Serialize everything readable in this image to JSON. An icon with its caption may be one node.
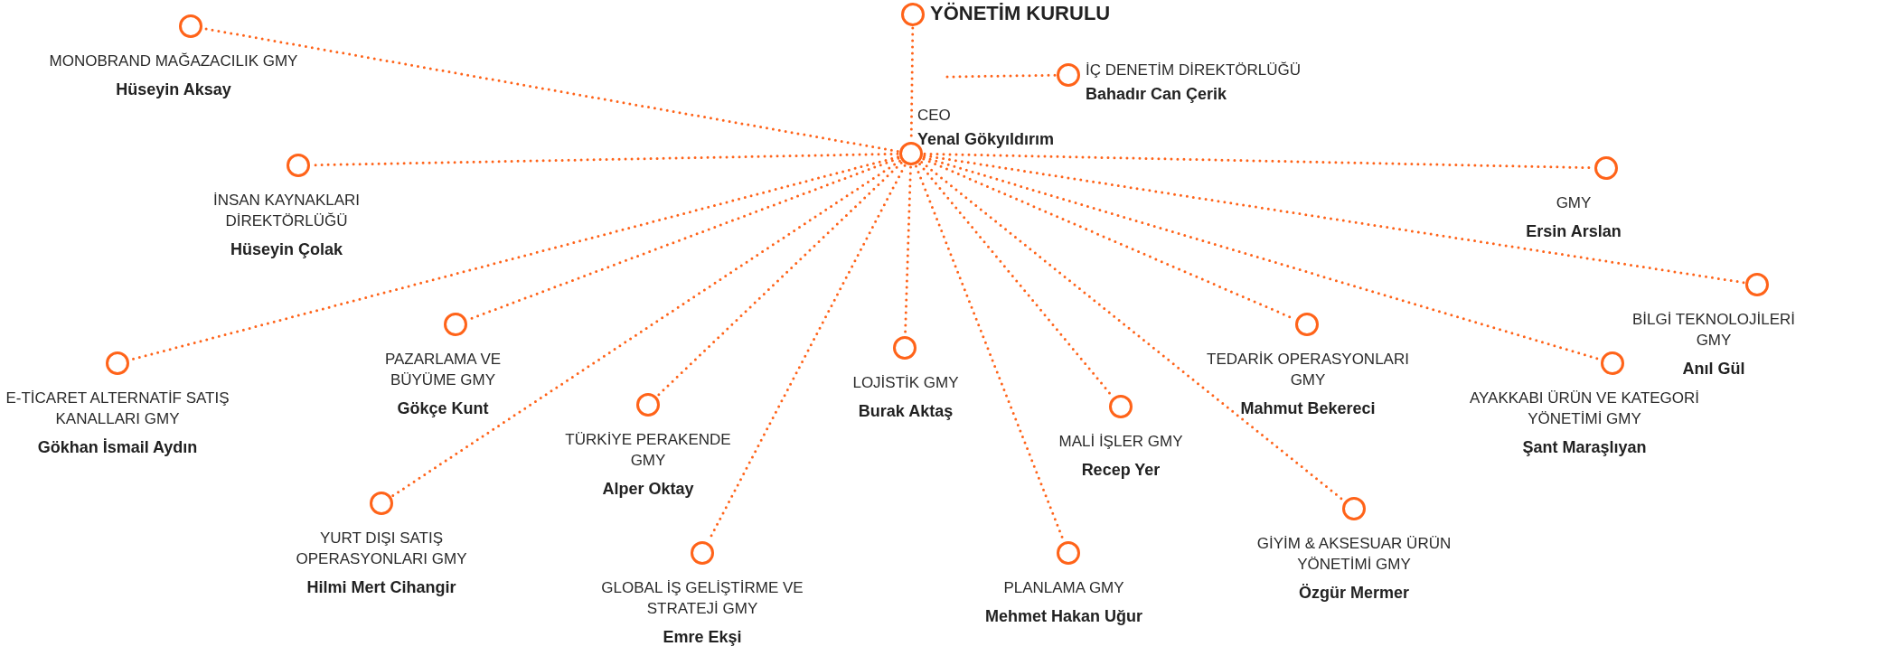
{
  "diagram": {
    "nodes": [
      {
        "text": [
          "YÖNETİM KURULU"
        ]
      },
      {
        "text": [
          "İÇ DENETİM DİREKTÖRLÜĞÜ",
          "Bahadır Can Çerik"
        ]
      },
      {
        "text": [
          "CEO",
          "Yenal Gökyıldırım"
        ]
      },
      {
        "text": [
          "MONOBRAND MAĞAZACILIK GMY",
          "Hüseyin Aksay"
        ]
      },
      {
        "text": [
          "İNSAN KAYNAKLARI DİREKTÖRLÜĞÜ",
          "Hüseyin Çolak"
        ]
      },
      {
        "text": [
          "GMY",
          "Ersin Arslan"
        ]
      },
      {
        "text": [
          "BİLGİ TEKNOLOJİLERİ GMY",
          "Anıl Gül"
        ]
      },
      {
        "text": [
          "E-TİCARET ALTERNATİF SATIŞ KANALLARI GMY",
          "Gökhan İsmail Aydın"
        ]
      },
      {
        "text": [
          "PAZARLAMA VE BÜYÜME GMY",
          "Gökçe Kunt"
        ]
      },
      {
        "text": [
          "TEDARİK OPERASYONLARI GMY",
          "Mahmut Bekereci"
        ]
      },
      {
        "text": [
          "LOJİSTİK GMY",
          "Burak Aktaş"
        ]
      },
      {
        "text": [
          "AYAKKABI ÜRÜN VE KATEGORİ YÖNETİMİ GMY",
          "Şant Maraşlıyan"
        ]
      },
      {
        "text": [
          "TÜRKİYE PERAKENDE GMY",
          "Alper Oktay"
        ]
      },
      {
        "text": [
          "MALİ İŞLER GMY",
          "Recep Yer"
        ]
      },
      {
        "text": [
          "YURT DIŞI SATIŞ OPERASYONLARI GMY",
          "Hilmi Mert Cihangir"
        ]
      },
      {
        "text": [
          "GİYİM & AKSESUAR ÜRÜN YÖNETİMİ GMY",
          "Özgür Mermer"
        ]
      },
      {
        "text": [
          "GLOBAL İŞ GELİŞTİRME VE STRATEJİ GMY",
          "Emre Ekşi"
        ]
      },
      {
        "text": [
          "PLANLAMA GMY",
          "Mehmet Hakan Uğur"
        ]
      }
    ],
    "edges": [
      {
        "from": 0,
        "to": 2,
        "arrow": "none",
        "style": "dashed"
      },
      {
        "from": null,
        "to": 1,
        "arrow": "none",
        "style": "dashed"
      },
      {
        "from": 2,
        "to": 3,
        "arrow": "none",
        "style": "dashed"
      },
      {
        "from": 2,
        "to": 4,
        "arrow": "none",
        "style": "dashed"
      },
      {
        "from": 2,
        "to": 5,
        "arrow": "none",
        "style": "dashed"
      },
      {
        "from": 2,
        "to": 6,
        "arrow": "none",
        "style": "dashed"
      },
      {
        "from": 2,
        "to": 7,
        "arrow": "none",
        "style": "dashed"
      },
      {
        "from": 2,
        "to": 8,
        "arrow": "none",
        "style": "dashed"
      },
      {
        "from": 2,
        "to": 9,
        "arrow": "none",
        "style": "dashed"
      },
      {
        "from": 2,
        "to": 10,
        "arrow": "none",
        "style": "dashed"
      },
      {
        "from": 2,
        "to": 11,
        "arrow": "none",
        "style": "dashed"
      },
      {
        "from": 2,
        "to": 12,
        "arrow": "none",
        "style": "dashed"
      },
      {
        "from": 2,
        "to": 13,
        "arrow": "none",
        "style": "dashed"
      },
      {
        "from": 2,
        "to": 14,
        "arrow": "none",
        "style": "dashed"
      },
      {
        "from": 2,
        "to": 15,
        "arrow": "none",
        "style": "dashed"
      },
      {
        "from": 2,
        "to": 16,
        "arrow": "none",
        "style": "dashed"
      },
      {
        "from": 2,
        "to": 17,
        "arrow": "none",
        "style": "dashed"
      }
    ]
  }
}
